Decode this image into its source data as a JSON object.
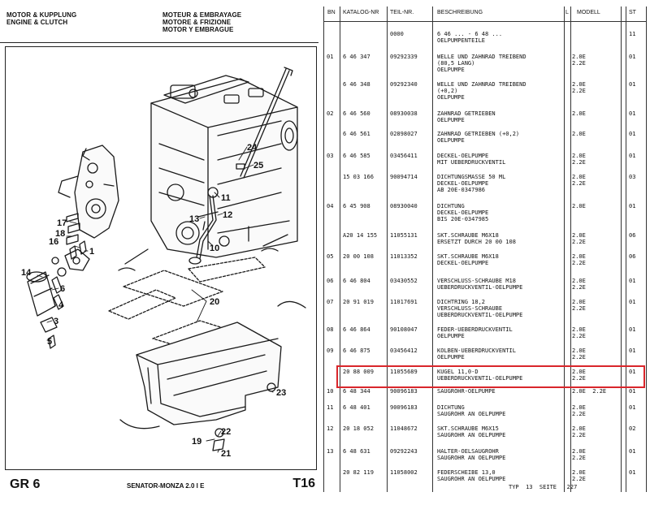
{
  "header": {
    "left_lines": [
      "MOTOR & KUPPLUNG",
      "ENGINE & CLUTCH"
    ],
    "right_lines": [
      "MOTEUR & EMBRAYAGE",
      "MOTORE & FRIZIONE",
      "MOTOR Y EMBRAGUE"
    ]
  },
  "footer": {
    "group": "GR 6",
    "model": "SENATOR-MONZA  2.0 I E",
    "sheet": "T16",
    "page_ref": "TYP  13  SEITE   227"
  },
  "callouts": [
    "24",
    "25",
    "11",
    "12",
    "13",
    "10",
    "17",
    "18",
    "16",
    "1",
    "14",
    "6",
    "4",
    "3",
    "5",
    "20",
    "23",
    "22",
    "19",
    "21"
  ],
  "table": {
    "columns": [
      "BN",
      "KATALOG-NR",
      "TEIL-NR.",
      "BESCHREIBUNG",
      "L",
      "MODELL",
      "ST"
    ],
    "rows": [
      {
        "bn": "",
        "kat": "",
        "teil": "0000",
        "desc": [
          "6 46 ... - 6 48 ...",
          "OELPUMPENTEILE"
        ],
        "mod": [
          ""
        ],
        "st": "11"
      },
      {
        "bn": "01",
        "kat": "6 46 347",
        "teil": "09292339",
        "desc": [
          "WELLE UND ZAHNRAD TREIBEND",
          "(80,5 LANG)",
          "OELPUMPE"
        ],
        "mod": [
          "2.0E",
          "2.2E"
        ],
        "st": "01"
      },
      {
        "bn": "",
        "kat": "6 46 348",
        "teil": "09292340",
        "desc": [
          "WELLE UND ZAHNRAD TREIBEND",
          "(+0,2)",
          "OELPUMPE"
        ],
        "mod": [
          "2.0E",
          "2.2E"
        ],
        "st": "01"
      },
      {
        "bn": "02",
        "kat": "6 46 560",
        "teil": "08930038",
        "desc": [
          "ZAHNRAD GETRIEBEN",
          "OELPUMPE"
        ],
        "mod": [
          "2.0E"
        ],
        "st": "01"
      },
      {
        "bn": "",
        "kat": "6 46 561",
        "teil": "02898027",
        "desc": [
          "ZAHNRAD GETRIEBEN (+0,2)",
          "OELPUMPE"
        ],
        "mod": [
          "2.0E"
        ],
        "st": "01"
      },
      {
        "bn": "03",
        "kat": "6 46 585",
        "teil": "03456411",
        "desc": [
          "DECKEL-OELPUMPE",
          "MIT UEBERDRUCKVENTIL"
        ],
        "mod": [
          "2.0E",
          "2.2E"
        ],
        "st": "01"
      },
      {
        "bn": "",
        "kat": "15 03 166",
        "teil": "90094714",
        "desc": [
          "DICHTUNGSMASSE 50 ML",
          "DECKEL-OELPUMPE",
          "AB 20E-0347986"
        ],
        "mod": [
          "2.0E",
          "2.2E"
        ],
        "st": "03"
      },
      {
        "bn": "04",
        "kat": "6 45 908",
        "teil": "08930040",
        "desc": [
          "DICHTUNG",
          "DECKEL-OELPUMPE",
          "BIS 20E-0347985"
        ],
        "mod": [
          "2.0E"
        ],
        "st": "01"
      },
      {
        "bn": "",
        "kat": "A20 14 155",
        "teil": "11055131",
        "desc": [
          "SKT.SCHRAUBE M6X18",
          "ERSETZT DURCH 20 00 108"
        ],
        "mod": [
          "2.0E",
          "2.2E"
        ],
        "st": "06"
      },
      {
        "bn": "05",
        "kat": "20 00 108",
        "teil": "11013352",
        "desc": [
          "SKT.SCHRAUBE M6X18",
          "DECKEL-OELPUMPE"
        ],
        "mod": [
          "2.0E",
          "2.2E"
        ],
        "st": "06"
      },
      {
        "bn": "06",
        "kat": "6 46 804",
        "teil": "03430552",
        "desc": [
          "VERSCHLUSS-SCHRAUBE M18",
          "UEBERDRUCKVENTIL-OELPUMPE"
        ],
        "mod": [
          "2.0E",
          "2.2E"
        ],
        "st": "01"
      },
      {
        "bn": "07",
        "kat": "20 91 019",
        "teil": "11017691",
        "desc": [
          "DICHTRING 18,2",
          "VERSCHLUSS-SCHRAUBE",
          "UEBERDRUCKVENTIL-OELPUMPE"
        ],
        "mod": [
          "2.0E",
          "2.2E"
        ],
        "st": "01"
      },
      {
        "bn": "08",
        "kat": "6 46 864",
        "teil": "90108047",
        "desc": [
          "FEDER-UEBERDRUCKVENTIL",
          "OELPUMPE"
        ],
        "mod": [
          "2.0E",
          "2.2E"
        ],
        "st": "01"
      },
      {
        "bn": "09",
        "kat": "6 46 875",
        "teil": "03456412",
        "desc": [
          "KOLBEN-UEBERDRUCKVENTIL",
          "OELPUMPE"
        ],
        "mod": [
          "2.0E",
          "2.2E"
        ],
        "st": "01"
      },
      {
        "bn": "",
        "kat": "20 88 009",
        "teil": "11055689",
        "desc": [
          "KUGEL 11,0-D",
          "UEBERDRUCKVENTIL-OELPUMPE"
        ],
        "mod": [
          "2.0E",
          "2.2E"
        ],
        "st": "01"
      },
      {
        "bn": "10",
        "kat": "6 48 344",
        "teil": "90096183",
        "desc": [
          "SAUGROHR-OELPUMPE"
        ],
        "mod": [
          "2.0E  2.2E"
        ],
        "st": "01"
      },
      {
        "bn": "11",
        "kat": "6 48 401",
        "teil": "90096183",
        "desc": [
          "DICHTUNG",
          "SAUGROHR AN OELPUMPE"
        ],
        "mod": [
          "2.0E",
          "2.2E"
        ],
        "st": "01"
      },
      {
        "bn": "12",
        "kat": "20 18 052",
        "teil": "11048672",
        "desc": [
          "SKT.SCHRAUBE M6X15",
          "SAUGROHR AN OELPUMPE"
        ],
        "mod": [
          "2.0E",
          "2.2E"
        ],
        "st": "02"
      },
      {
        "bn": "13",
        "kat": "6 48 631",
        "teil": "09292243",
        "desc": [
          "HALTER-OELSAUGROHR",
          "SAUGROHR AN OELPUMPE"
        ],
        "mod": [
          "2.0E",
          "2.2E"
        ],
        "st": "01"
      },
      {
        "bn": "",
        "kat": "20 82 119",
        "teil": "11058002",
        "desc": [
          "FEDERSCHEIBE 13,0",
          "SAUGROHR AN OELPUMPE"
        ],
        "mod": [
          "2.0E",
          "2.2E"
        ],
        "st": "01"
      }
    ]
  }
}
